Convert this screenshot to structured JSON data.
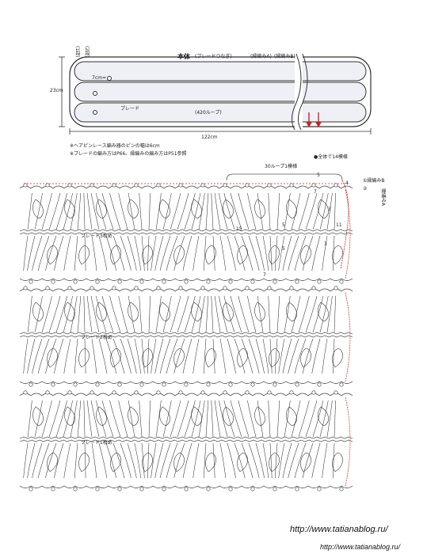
{
  "schematic": {
    "title": "本体",
    "title_note": "(ブレードつなぎ)",
    "edge_label_a": "(縁編みA)",
    "edge_label_b": "(縁編みB)",
    "left_label_1": "(1段)",
    "left_label_2": "(2段)",
    "width_7cm": "7cm=",
    "height": "23cm",
    "braid_label": "ブレード",
    "loops": "(420ループ)",
    "width": "122cm"
  },
  "notes": [
    "※ヘアピンレース編み器のピンの幅は6cm",
    "※ブレードの編み方はP66、縁編みの編み方はP51参照"
  ],
  "pattern": {
    "overall_note": "●全体で14模様",
    "repeat_label": "30ループ1模様",
    "braid_labels": [
      "ブレード3枚め",
      "ブレード2枚め",
      "ブレード1枚め"
    ],
    "counts": [
      "5",
      "4",
      "7",
      "3",
      "15",
      "5",
      "11",
      "5",
      "3",
      "7"
    ],
    "edge_b": "①縁編みB",
    "row_2": "②",
    "edge_a": "縁編みA"
  },
  "footer": {
    "url_top": "http://www.tatianablog.ru/",
    "url_bottom": "http://www.tatianablog.ru/"
  },
  "colors": {
    "accent_red": "#cc2222",
    "line": "#333333"
  }
}
